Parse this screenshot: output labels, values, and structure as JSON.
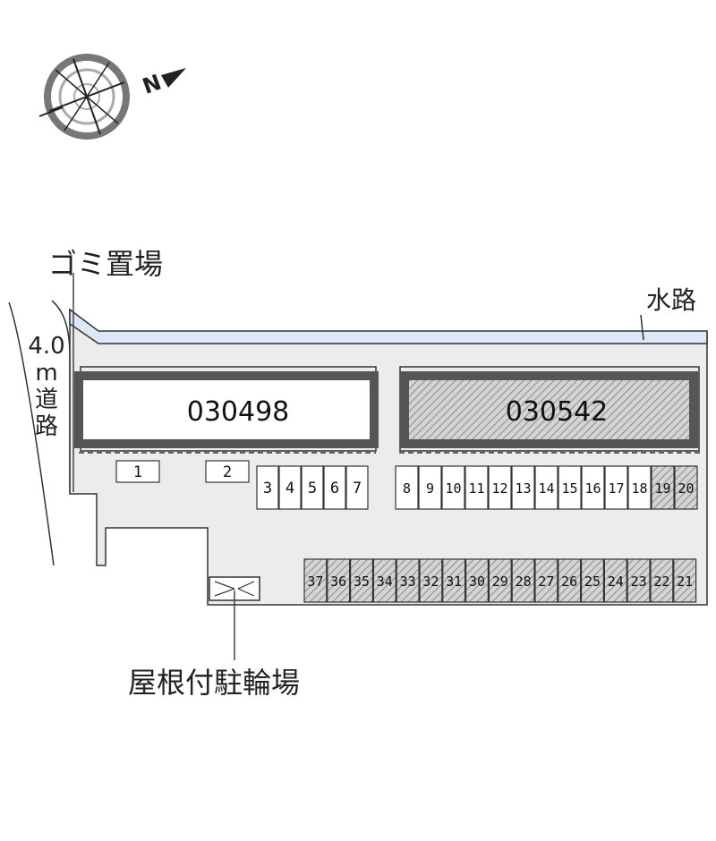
{
  "labels": {
    "garbage": "ゴミ置場",
    "waterway": "水路",
    "road_width": "4.0",
    "road_unit": "m",
    "road_char1": "道",
    "road_char2": "路",
    "bicycle": "屋根付駐輪場"
  },
  "compass": {
    "north": "N"
  },
  "buildings": [
    {
      "id": "030498",
      "style": "plain"
    },
    {
      "id": "030542",
      "style": "hatched"
    }
  ],
  "parking": {
    "row_a": [
      "1",
      "2"
    ],
    "row_b": [
      "3",
      "4",
      "5",
      "6",
      "7"
    ],
    "row_c": [
      "8",
      "9",
      "10",
      "11",
      "12",
      "13",
      "14",
      "15",
      "16",
      "17",
      "18",
      "19",
      "20"
    ],
    "row_c_hatched": [
      "19",
      "20"
    ],
    "row_d": [
      "37",
      "36",
      "35",
      "34",
      "33",
      "32",
      "31",
      "30",
      "29",
      "28",
      "27",
      "26",
      "25",
      "24",
      "23",
      "22",
      "21"
    ]
  },
  "colors": {
    "site_fill": "#ececec",
    "waterway": "#dbe8f7",
    "hatch": "#8a8a8a",
    "outline": "#333333"
  }
}
